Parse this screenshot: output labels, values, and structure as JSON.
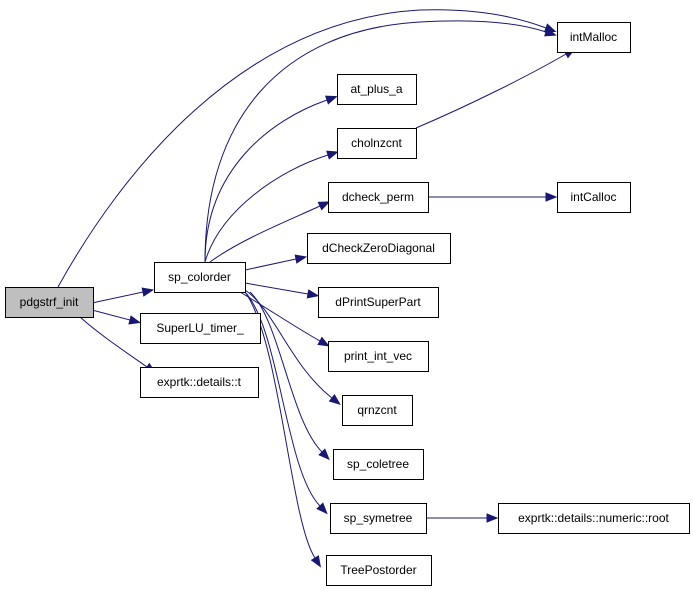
{
  "diagram": {
    "kind": "call-graph",
    "colors": {
      "edge": "#191970",
      "node_fill": "#ffffff",
      "root_fill": "#bfbfbf",
      "border": "#000000",
      "text": "#000000"
    },
    "nodes": [
      {
        "id": "pdgstrf_init",
        "label": "pdgstrf_init",
        "root": true
      },
      {
        "id": "sp_colorder",
        "label": "sp_colorder"
      },
      {
        "id": "SuperLU_timer_",
        "label": "SuperLU_timer_"
      },
      {
        "id": "exprtk_details_t",
        "label": "exprtk::details::t"
      },
      {
        "id": "intMalloc",
        "label": "intMalloc"
      },
      {
        "id": "at_plus_a",
        "label": "at_plus_a"
      },
      {
        "id": "cholnzcnt",
        "label": "cholnzcnt"
      },
      {
        "id": "dcheck_perm",
        "label": "dcheck_perm"
      },
      {
        "id": "intCalloc",
        "label": "intCalloc"
      },
      {
        "id": "dCheckZeroDiagonal",
        "label": "dCheckZeroDiagonal"
      },
      {
        "id": "dPrintSuperPart",
        "label": "dPrintSuperPart"
      },
      {
        "id": "print_int_vec",
        "label": "print_int_vec"
      },
      {
        "id": "qrnzcnt",
        "label": "qrnzcnt"
      },
      {
        "id": "sp_coletree",
        "label": "sp_coletree"
      },
      {
        "id": "sp_symetree",
        "label": "sp_symetree"
      },
      {
        "id": "exprtk_details_numeric_root",
        "label": "exprtk::details::numeric::root"
      },
      {
        "id": "TreePostorder",
        "label": "TreePostorder"
      }
    ],
    "edges": [
      {
        "from": "pdgstrf_init",
        "to": "intMalloc"
      },
      {
        "from": "pdgstrf_init",
        "to": "sp_colorder"
      },
      {
        "from": "pdgstrf_init",
        "to": "SuperLU_timer_"
      },
      {
        "from": "pdgstrf_init",
        "to": "exprtk_details_t"
      },
      {
        "from": "sp_colorder",
        "to": "intMalloc"
      },
      {
        "from": "sp_colorder",
        "to": "at_plus_a"
      },
      {
        "from": "sp_colorder",
        "to": "cholnzcnt"
      },
      {
        "from": "sp_colorder",
        "to": "dcheck_perm"
      },
      {
        "from": "sp_colorder",
        "to": "dCheckZeroDiagonal"
      },
      {
        "from": "sp_colorder",
        "to": "dPrintSuperPart"
      },
      {
        "from": "sp_colorder",
        "to": "print_int_vec"
      },
      {
        "from": "sp_colorder",
        "to": "qrnzcnt"
      },
      {
        "from": "sp_colorder",
        "to": "sp_coletree"
      },
      {
        "from": "sp_colorder",
        "to": "sp_symetree"
      },
      {
        "from": "sp_colorder",
        "to": "TreePostorder"
      },
      {
        "from": "cholnzcnt",
        "to": "intMalloc"
      },
      {
        "from": "dcheck_perm",
        "to": "intCalloc"
      },
      {
        "from": "sp_symetree",
        "to": "exprtk_details_numeric_root"
      }
    ]
  }
}
